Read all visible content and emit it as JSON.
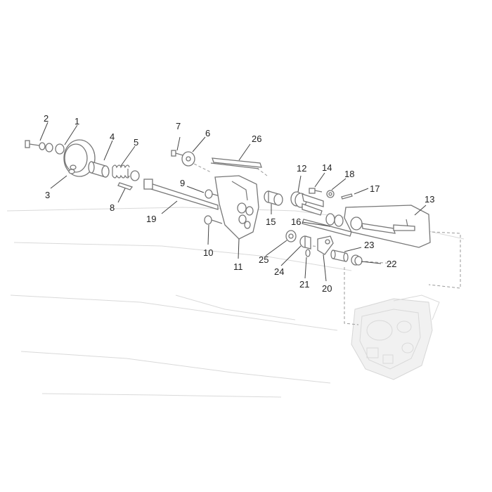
{
  "callouts": {
    "c1": "1",
    "c2": "2",
    "c3": "3",
    "c4": "4",
    "c5": "5",
    "c6": "6",
    "c7": "7",
    "c8": "8",
    "c9": "9",
    "c10": "10",
    "c11": "11",
    "c12": "12",
    "c13": "13",
    "c14": "14",
    "c15": "15",
    "c16": "16",
    "c17": "17",
    "c18": "18",
    "c19": "19",
    "c20": "20",
    "c21": "21",
    "c22": "22",
    "c23": "23",
    "c24": "24",
    "c25": "25",
    "c26": "26"
  },
  "colors": {
    "line": "#777777",
    "ghost": "#d9d9d9",
    "text": "#222222"
  }
}
